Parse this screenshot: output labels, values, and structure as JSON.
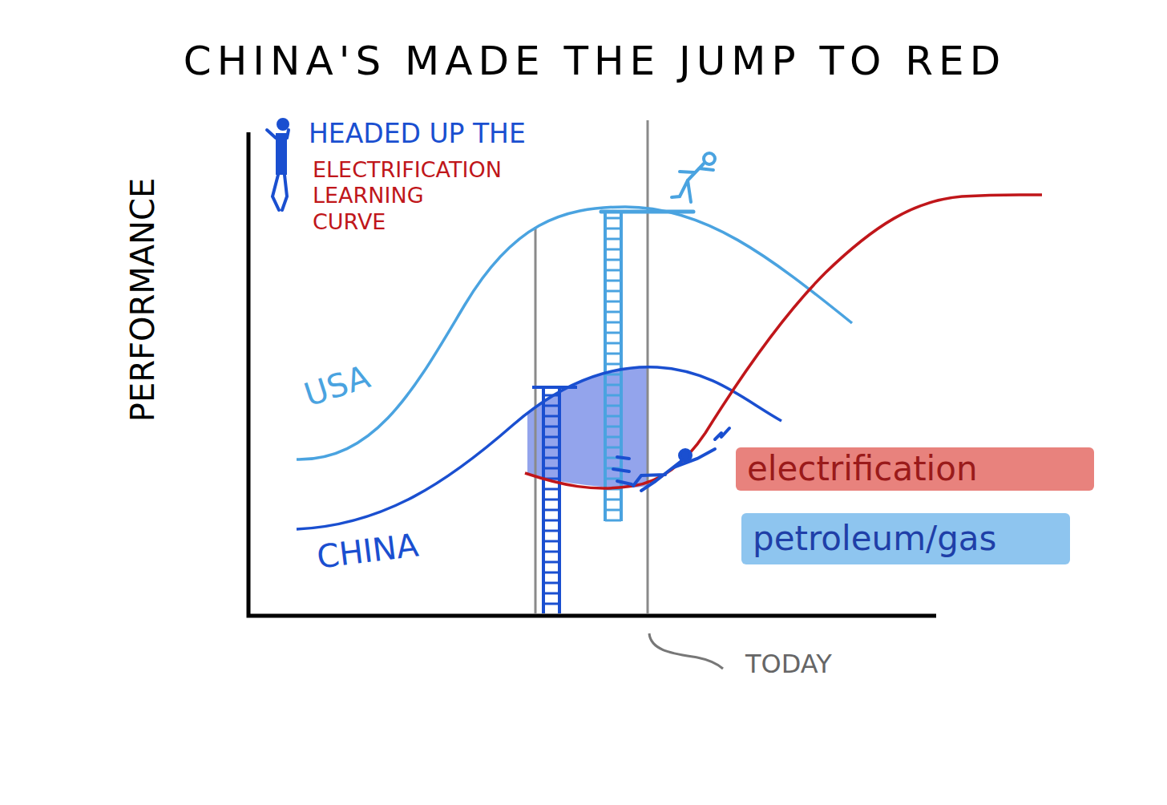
{
  "diagram": {
    "title": "CHINA'S MADE THE JUMP TO RED",
    "labels": [
      "HEADED UP THE",
      "ELECTRIFICATION LEARNING CURVE",
      "PERFORMANCE",
      "USA",
      "CHINA",
      "TODAY"
    ],
    "legend": [
      {
        "text": "electrification",
        "color": "#e8827d"
      },
      {
        "text": "petroleum/gas",
        "color": "#8ec5ef"
      }
    ]
  }
}
